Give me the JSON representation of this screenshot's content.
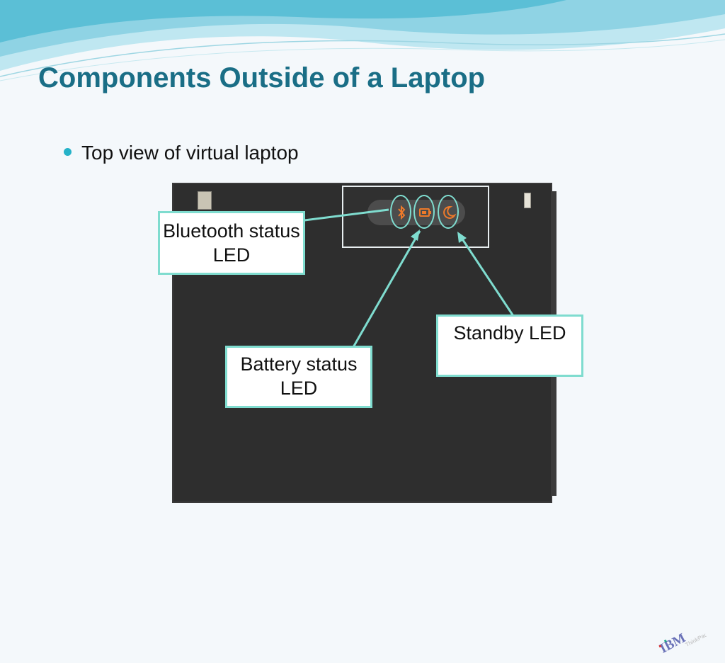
{
  "slide": {
    "title": "Components Outside of a Laptop",
    "bullets": [
      "Top view of virtual laptop"
    ]
  },
  "callouts": {
    "bluetooth": "Bluetooth status LED",
    "battery": "Battery status LED",
    "standby": "Standby LED"
  },
  "image": {
    "alt": "Top view of IBM ThinkPad laptop lid with status LEDs",
    "logo_main": "IBM",
    "logo_sub": "ThinkPad"
  },
  "colors": {
    "title": "#1a6e86",
    "accent": "#25b2c8",
    "callout_border": "#7fdccf",
    "led": "#ee7a2a",
    "laptop": "#2e2e2e"
  },
  "icons": [
    "bluetooth-icon",
    "battery-icon",
    "moon-icon"
  ]
}
